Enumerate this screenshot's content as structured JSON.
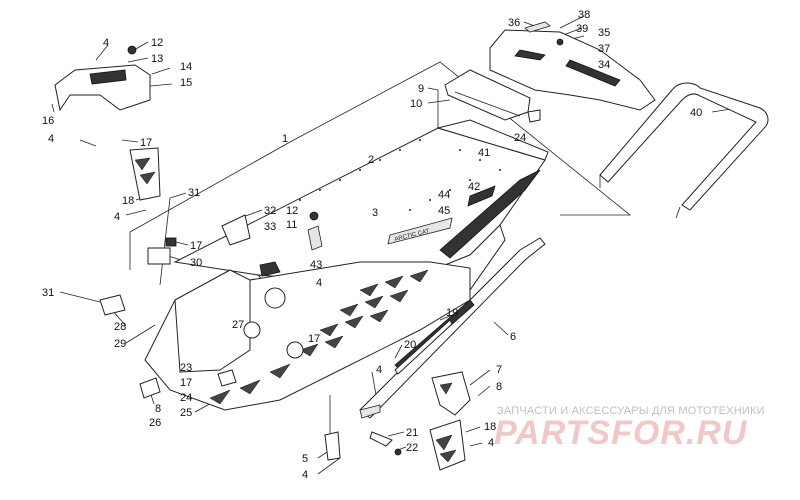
{
  "callouts": [
    "1",
    "2",
    "3",
    "4",
    "5",
    "6",
    "7",
    "8",
    "9",
    "10",
    "11",
    "12",
    "13",
    "14",
    "15",
    "16",
    "17",
    "18",
    "19",
    "20",
    "21",
    "22",
    "23",
    "24",
    "25",
    "26",
    "27",
    "28",
    "29",
    "30",
    "31",
    "32",
    "33",
    "34",
    "35",
    "36",
    "37",
    "38",
    "39",
    "40",
    "41",
    "42",
    "43",
    "44",
    "45"
  ],
  "decal_text": "ARCTIC CAT",
  "watermark": {
    "caption": "ЗАПЧАСТИ И АКСЕССУАРЫ ДЛЯ МОТОТЕХНИКИ",
    "logo": "PARTSFOR.RU"
  },
  "colors": {
    "ink": "#222222",
    "watermark": "#f0c3c3",
    "caption": "#c1c1c1"
  }
}
